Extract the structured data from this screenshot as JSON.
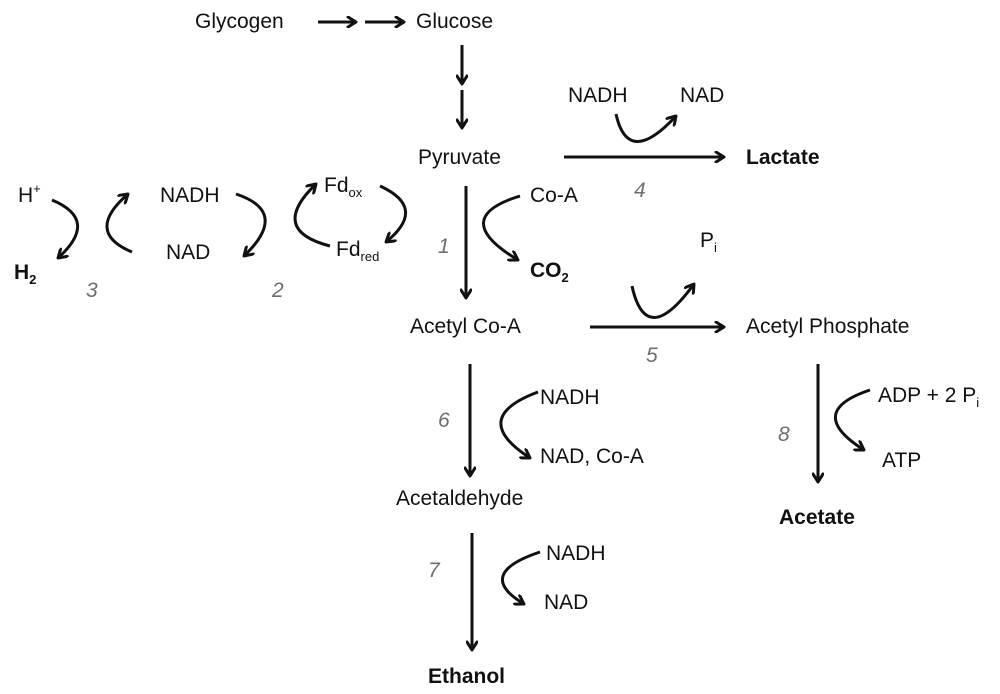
{
  "metabolites": {
    "glycogen": "Glycogen",
    "glucose": "Glucose",
    "pyruvate": "Pyruvate",
    "lactate": "Lactate",
    "acetyl_coa": "Acetyl Co-A",
    "acetyl_phosphate": "Acetyl Phosphate",
    "acetaldehyde": "Acetaldehyde",
    "ethanol": "Ethanol",
    "acetate": "Acetate"
  },
  "cofactors": {
    "nadh_lactate": "NADH",
    "nad_lactate": "NAD",
    "h_plus_base": "H",
    "h_plus_sup": "+",
    "h2_base": "H",
    "h2_sub": "2",
    "nadh_left": "NADH",
    "nad_left": "NAD",
    "fd": "Fd",
    "ox": "ox",
    "red": "red",
    "coa_in": "Co-A",
    "co2_base": "CO",
    "co2_sub": "2",
    "pi_base": "P",
    "pi_sub": "i",
    "nadh_6": "NADH",
    "nad_coa_6": "NAD, Co-A",
    "nadh_7": "NADH",
    "nad_7": "NAD",
    "adp": "ADP + 2 P",
    "adp_sub": "i",
    "atp": "ATP"
  },
  "reaction_numbers": [
    "1",
    "2",
    "3",
    "4",
    "5",
    "6",
    "7",
    "8"
  ]
}
